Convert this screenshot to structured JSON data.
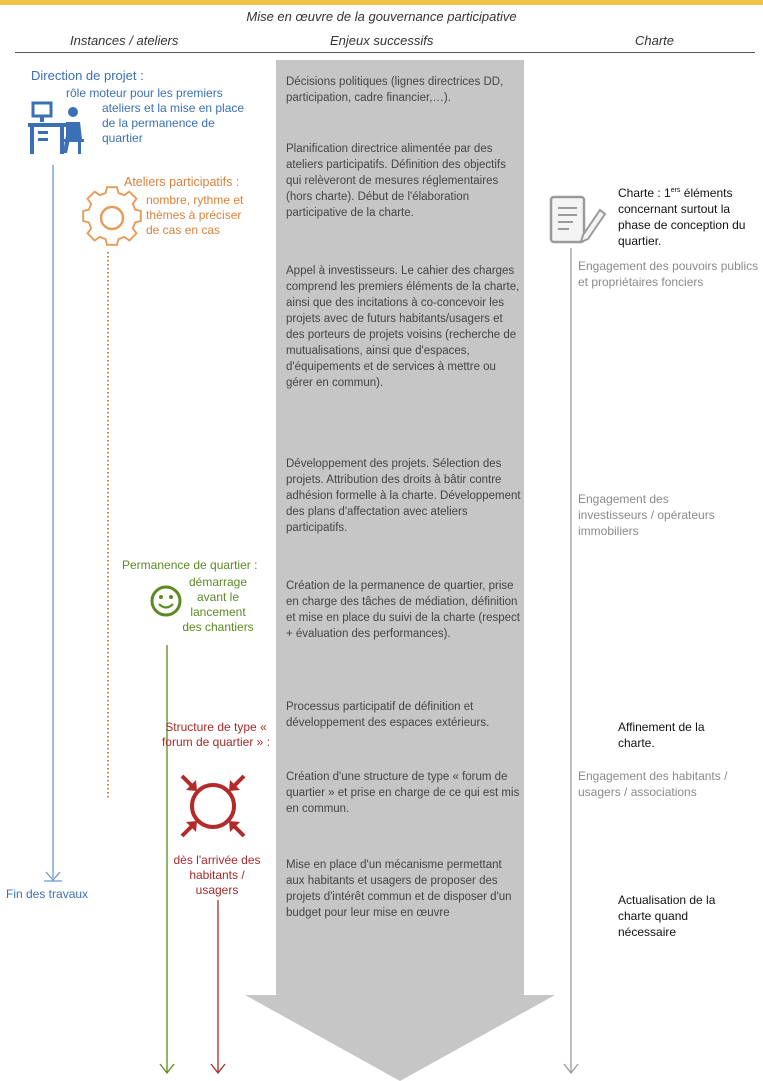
{
  "title": "Mise en œuvre de la gouvernance participative",
  "headers": {
    "left": "Instances / ateliers",
    "middle": "Enjeux successifs",
    "right": "Charte"
  },
  "left": {
    "direction_title": "Direction de projet :",
    "direction_desc_1": "rôle moteur pour les premiers",
    "direction_desc_2": "ateliers et la mise en place de la permanence de quartier",
    "ateliers_title": "Ateliers participatifs :",
    "ateliers_desc": "nombre, rythme et thèmes à préciser de cas en cas",
    "permanence_title": "Permanence de quartier :",
    "permanence_desc": "démarrage avant le lancement des chantiers",
    "structure_title": "Structure de type « forum de quartier » :",
    "structure_desc": "dès l'arrivée des habitants / usagers",
    "fin": "Fin des travaux"
  },
  "middle": [
    "Décisions politiques (lignes directrices DD, participation, cadre financier,…).",
    "Planification directrice alimentée par des ateliers participatifs. Définition des objectifs qui relèveront de mesures réglementaires (hors charte). Début de l'élaboration participative de la charte.",
    "Appel à investisseurs. Le cahier des charges comprend les premiers éléments de la charte, ainsi que des incitations à co-concevoir les projets avec de futurs habitants/usagers et des porteurs de projets voisins (recherche de mutualisations, ainsi que d'espaces, d'équipements et de services à mettre ou gérer en commun).",
    "Développement des projets. Sélection des projets. Attribution des droits à bâtir contre adhésion formelle à la charte. Développement des plans d'affectation avec ateliers participatifs.",
    "Création de la permanence de quartier, prise en charge des tâches de médiation, définition et mise en place du suivi de la charte (respect + évaluation des performances).",
    "Processus participatif de définition et développement des espaces extérieurs.",
    "Création d'une structure de type « forum de quartier » et prise en charge de ce qui est mis en commun.",
    "Mise en place d'un mécanisme permettant aux habitants et usagers de proposer des projets d'intérêt commun et de disposer d'un budget pour leur mise en œuvre"
  ],
  "right": {
    "charte_1_pre": "Charte : 1",
    "charte_1_sup": "ers",
    "charte_1_post": " éléments concernant surtout la phase de conception du quartier.",
    "engagement_1": "Engagement des pouvoirs publics et propriétaires fonciers",
    "engagement_2": "Engagement des investisseurs / opérateurs immobiliers",
    "affinement": "Affinement de la charte.",
    "engagement_3": "Engagement des habitants / usagers / associations",
    "actualisation": "Actualisation de la charte quand nécessaire"
  },
  "colors": {
    "accent_bar": "#f0c246",
    "arrow_grey": "#c6c6c6",
    "direction_blue": "#3b6fb6",
    "ateliers_orange": "#d9823b",
    "permanence_green": "#5c8a23",
    "forum_red": "#a52a2a",
    "charte_grey": "#9a9a9a"
  },
  "icons": {
    "direction": "desk-person-icon",
    "ateliers": "gear-icon",
    "permanence": "smiley-icon",
    "forum": "converging-arrows-circle-icon",
    "charte": "document-pen-icon"
  }
}
